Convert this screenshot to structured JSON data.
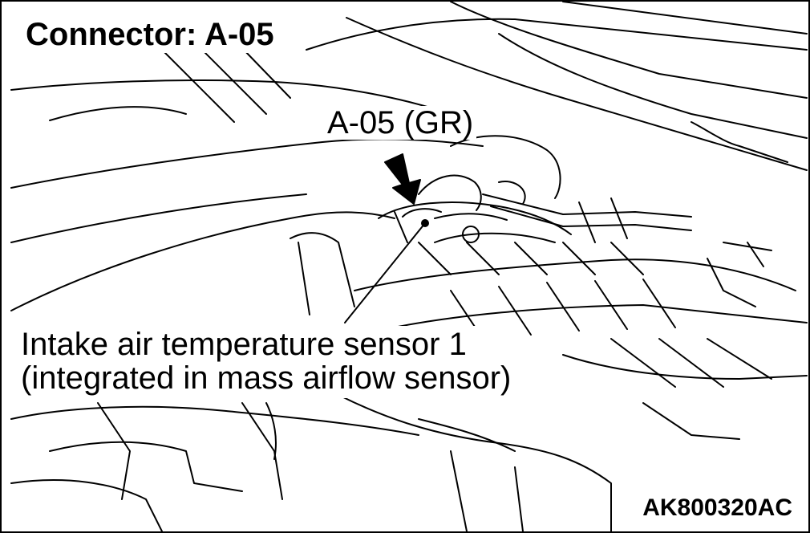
{
  "title": "Connector: A-05",
  "connector_label": "A-05 (GR)",
  "caption": {
    "line1": "Intake air temperature sensor 1",
    "line2": "(integrated in mass airflow sensor)"
  },
  "figure_code": "AK800320AC"
}
